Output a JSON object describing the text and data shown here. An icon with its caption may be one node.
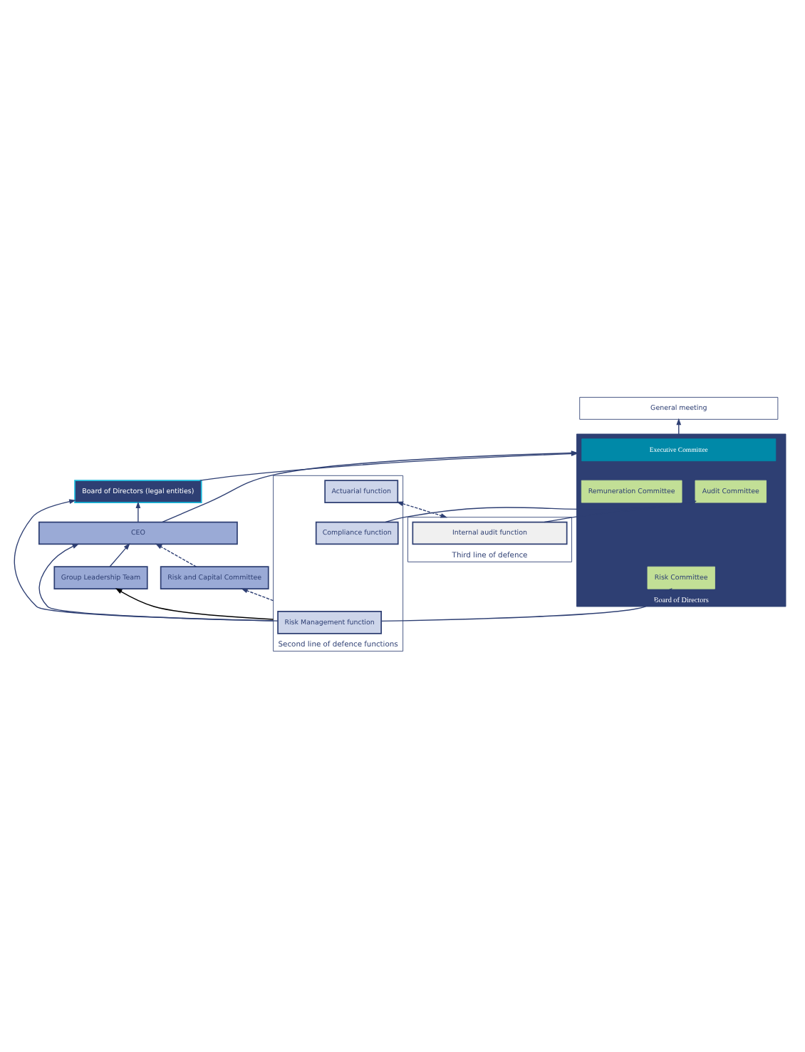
{
  "diagram": {
    "nodes": [
      {
        "text": [
          "General meeting"
        ]
      },
      {
        "text": [
          "Board of Directors"
        ]
      },
      {
        "text": [
          "Executive Committee"
        ],
        "in": 1
      },
      {
        "text": [
          "Risk Committee"
        ],
        "in": 1
      },
      {
        "text": [
          "Audit Committee"
        ],
        "in": 1
      },
      {
        "text": [
          "Remuneration Committee"
        ],
        "in": 1
      },
      {
        "text": [
          "Board of Directors (legal entities)"
        ]
      },
      {
        "text": [
          "CEO"
        ]
      },
      {
        "text": [
          "Group Leadership Team"
        ]
      },
      {
        "text": [
          "Risk and Capital Committee"
        ]
      },
      {
        "text": [
          "Second line of defence functions"
        ]
      },
      {
        "text": [
          "Risk Management function"
        ],
        "in": 10
      },
      {
        "text": [
          "Actuarial function"
        ],
        "in": 10
      },
      {
        "text": [
          "Compliance function"
        ],
        "in": 10
      },
      {
        "text": [
          "Third line of defence"
        ]
      },
      {
        "text": [
          "Internal audit function"
        ],
        "in": 14
      }
    ],
    "edges": [
      {
        "from": 1,
        "to": 0,
        "arrow": "to"
      },
      {
        "from": 6,
        "to": 1,
        "arrow": "to"
      },
      {
        "from": 7,
        "to": 1,
        "arrow": "to"
      },
      {
        "from": 7,
        "to": 6,
        "arrow": "to"
      },
      {
        "from": 8,
        "to": 7,
        "arrow": "to"
      },
      {
        "from": 9,
        "to": 7,
        "arrow": "to",
        "style": "dashed"
      },
      {
        "from": 10,
        "to": 7,
        "arrow": "to"
      },
      {
        "from": 10,
        "to": 8,
        "arrow": "to",
        "color": "#000000"
      },
      {
        "from": 10,
        "to": 9,
        "arrow": "to",
        "style": "dashed"
      },
      {
        "from": 11,
        "to": 3,
        "arrow": "to"
      },
      {
        "from": 11,
        "to": 6,
        "arrow": "to"
      },
      {
        "from": 13,
        "to": 4,
        "arrow": "to"
      },
      {
        "from": 15,
        "to": 4,
        "arrow": "to"
      },
      {
        "from": 12,
        "to": 14,
        "arrow": "both",
        "style": "dashed"
      }
    ]
  }
}
